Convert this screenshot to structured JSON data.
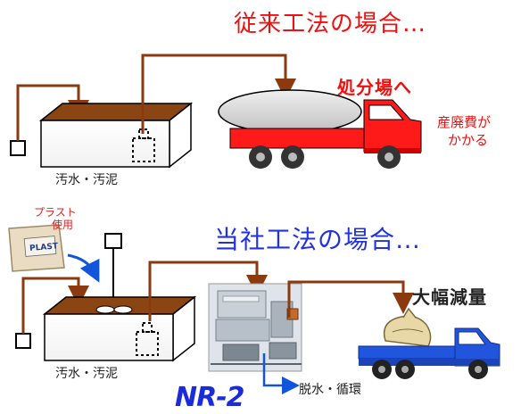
{
  "headings": {
    "conventional": "従来工法の場合…",
    "ours": "当社工法の場合…"
  },
  "labels": {
    "to_disposal": "処分場へ",
    "cost_line1": "産廃費が",
    "cost_line2": "かかる",
    "tank_top": "汚水・汚泥",
    "tank_bottom": "汚水・汚泥",
    "plast_line1": "プラスト",
    "plast_line2": "使用",
    "reduction": "大幅減量",
    "dewater": "脱水・循環",
    "product_name": "NR-2"
  },
  "package_text": "PLAST",
  "colors": {
    "pipe": "#8b3a10",
    "heading_red": "#ee1111",
    "heading_blue": "#2233dd",
    "truck_red": "#ff1a1a",
    "truck_blue": "#2255dd",
    "sludge": "#8b4513"
  },
  "icons": [
    "dump-truck-icon",
    "tanker-truck-icon",
    "sandbag-icon",
    "dewatering-machine-icon",
    "blower-box-icon",
    "powder-bag-icon"
  ]
}
